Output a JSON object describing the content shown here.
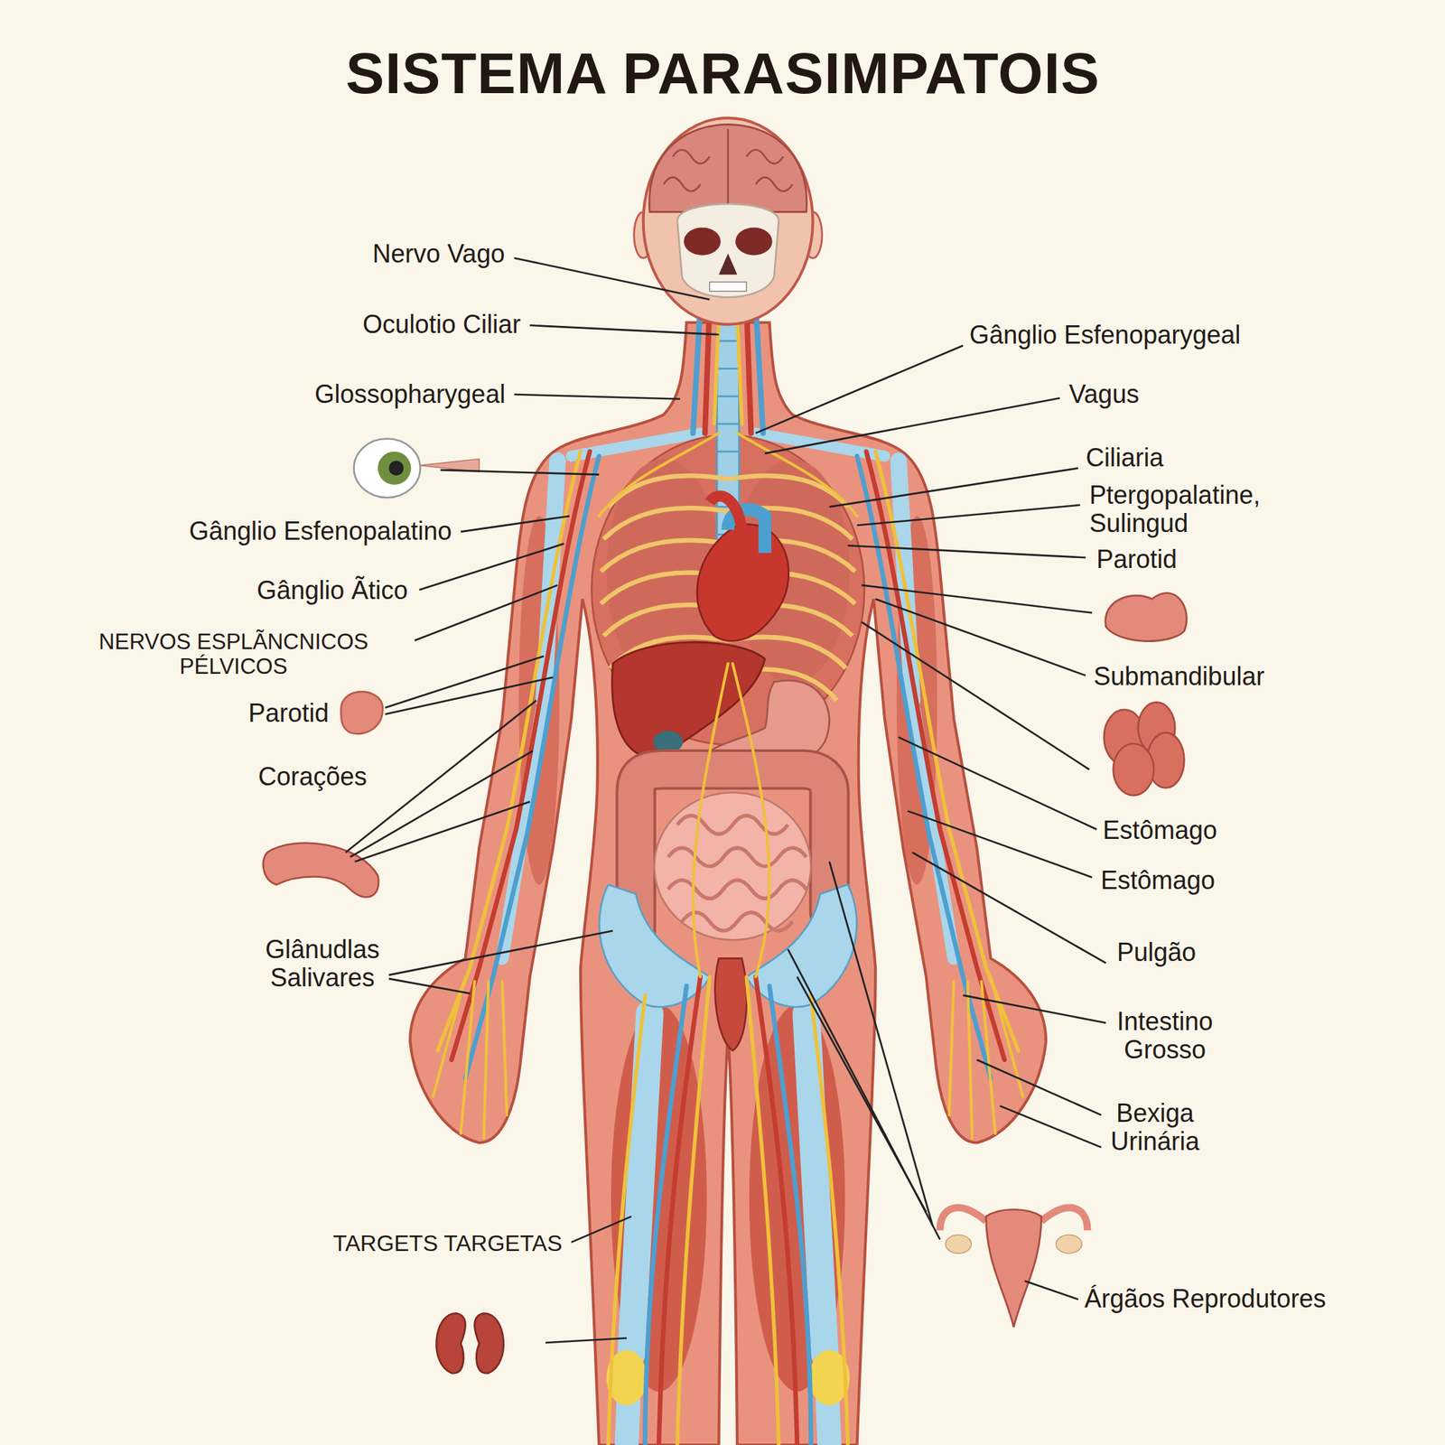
{
  "diagram": {
    "title": "SISTEMA PARASIMPATOIS",
    "labels": [
      "Nervo Vago",
      "Oculotio Ciliar",
      "Glossopharygeal",
      "Gânglio Esfenopalatino",
      "Gânglio Ãtico",
      "NERVOS ESPLÃNCNICOS PÉLVICOS",
      "Parotid",
      "Corações",
      "Glânudlas Salivares",
      "TARGETS TARGETAS",
      "Gânglio Esfenoparygeal",
      "Vagus",
      "Ciliaria",
      "Ptergopalatine, Sulingud",
      "Parotid",
      "Submandibular",
      "Estômago",
      "Estômago",
      "Pulgão",
      "Intestino Grosso",
      "Bexiga Urinária",
      "Árgãos Reprodutores"
    ]
  }
}
